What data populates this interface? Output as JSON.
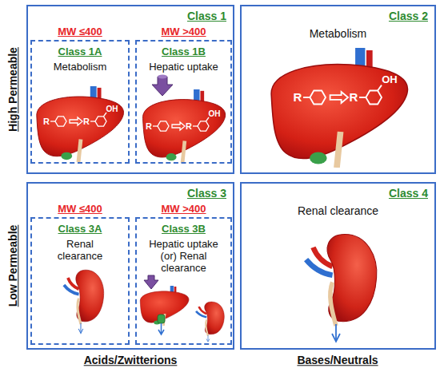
{
  "diagram": {
    "nodes": [
      {
        "text": [
          "Class 1"
        ]
      },
      {
        "text": [
          "MW ≤400",
          "Class 1A",
          "Metabolism"
        ],
        "in": 0
      },
      {
        "text": [
          "MW >400",
          "Class 1B",
          "Hepatic uptake"
        ],
        "in": 0
      },
      {
        "text": [
          "Class 2",
          "Metabolism"
        ]
      },
      {
        "text": [
          "Class 3"
        ]
      },
      {
        "text": [
          "MW ≤400",
          "Class 3A",
          "Renal clearance"
        ],
        "in": 4
      },
      {
        "text": [
          "MW >400",
          "Class 3B",
          "Hepatic uptake (or) Renal clearance"
        ],
        "in": 4
      },
      {
        "text": [
          "Class 4",
          "Renal clearance"
        ]
      }
    ],
    "labels": [
      "High Permeable",
      "Low Permeable",
      "R",
      "R",
      "OH",
      "R",
      "R",
      "OH",
      "R",
      "R",
      "OH",
      "Acids/Zwitterions",
      "Bases/Neutrals"
    ]
  }
}
